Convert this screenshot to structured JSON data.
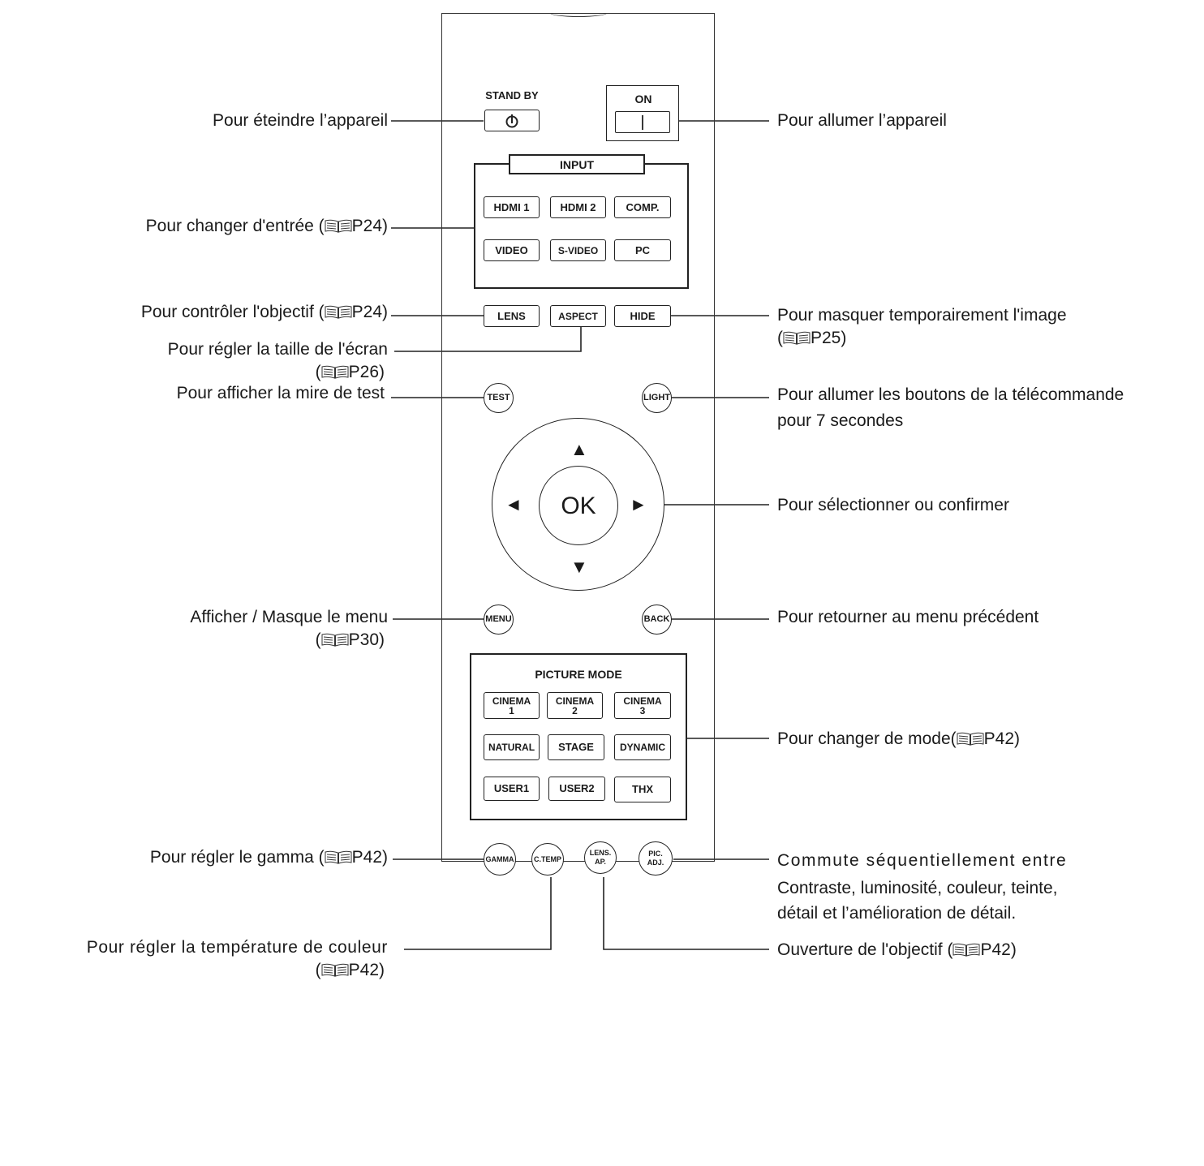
{
  "remote": {
    "standby": {
      "label": "STAND BY",
      "icon": "power-icon"
    },
    "on": {
      "label": "ON",
      "icon": "on-bar-icon"
    },
    "input": {
      "title": "INPUT",
      "buttons": [
        "HDMI 1",
        "HDMI 2",
        "COMP.",
        "VIDEO",
        "S-VIDEO",
        "PC"
      ]
    },
    "lens": "LENS",
    "aspect": "ASPECT",
    "hide": "HIDE",
    "test": "TEST",
    "light": "LIGHT",
    "nav": {
      "ok": "OK",
      "up": "▲",
      "down": "▼",
      "left": "◄",
      "right": "►"
    },
    "menu": "MENU",
    "back": "BACK",
    "picture_mode": {
      "title": "PICTURE MODE",
      "buttons": [
        [
          "CINEMA",
          "1"
        ],
        [
          "CINEMA",
          "2"
        ],
        [
          "CINEMA",
          "3"
        ],
        [
          "NATURAL"
        ],
        [
          "STAGE"
        ],
        [
          "DYNAMIC"
        ],
        [
          "USER1"
        ],
        [
          "USER2"
        ],
        [
          "THX"
        ]
      ]
    },
    "bottom": {
      "gamma": "GAMMA",
      "ctemp": "C.TEMP",
      "lens_ap": [
        "LENS.",
        "AP."
      ],
      "pic_adj": [
        "PIC.",
        "ADJ."
      ]
    }
  },
  "annotations": {
    "standby": "Pour éteindre l’appareil",
    "on": "Pour allumer l’appareil",
    "input_prefix": "Pour changer d'entrée (",
    "input_ref": "P24)",
    "lens_prefix": "Pour contrôler l'objectif (",
    "lens_ref": "P24)",
    "aspect": "Pour régler la taille de l'écran",
    "aspect_prefix": "(",
    "aspect_ref": "P26)",
    "hide": "Pour masquer temporairement l'image",
    "hide_prefix": "(",
    "hide_ref": "P25)",
    "test": "Pour afficher la mire de test",
    "light_1": "Pour allumer les boutons de la télécommande",
    "light_2": "pour 7 secondes",
    "ok": "Pour sélectionner ou confirmer",
    "menu": "Afficher / Masque le menu",
    "menu_prefix": "(",
    "menu_ref": "P30)",
    "back": "Pour retourner au menu précédent",
    "picture_prefix": "Pour changer de mode(",
    "picture_ref": "P42)",
    "gamma_prefix": "Pour régler le gamma (",
    "gamma_ref": "P42)",
    "picadj_1": "Commute séquentiellement entre",
    "picadj_2": "Contraste, luminosité, couleur, teinte,",
    "picadj_3": "détail et l’amélioration de détail.",
    "ctemp": "Pour régler la température de couleur",
    "ctemp_prefix": "(",
    "ctemp_ref": "P42)",
    "lensap_prefix": "Ouverture de l'objectif (",
    "lensap_ref": "P42)",
    "reference_icon": "manual-book-icon"
  }
}
